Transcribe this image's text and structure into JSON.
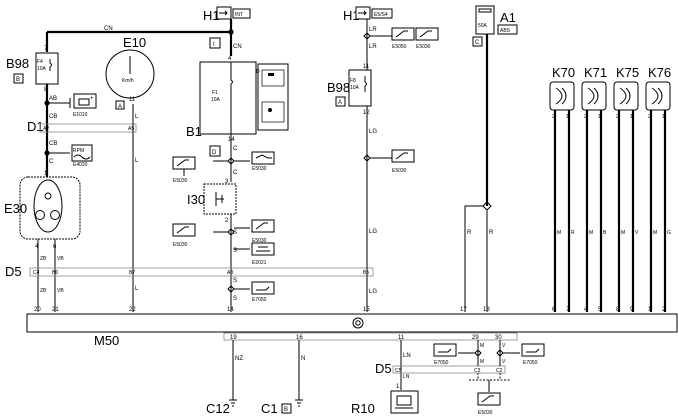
{
  "components": {
    "H1_top": "H1",
    "H1_top_tag": "INT",
    "H1_mid": "H1",
    "H1_mid_tag": "E5/S4",
    "A1": "A1",
    "A1_tag": "ABS",
    "A1_fuse": "50A",
    "A1_c": "C",
    "B98_left": "B98",
    "B98_left_sub": "B",
    "B98_left_fuse": "F4",
    "B98_left_amp": "10A",
    "B98_mid": "B98",
    "B98_mid_sub": "A",
    "B98_mid_fuse": "F8",
    "B98_mid_amp": "10A",
    "E10": "E10",
    "E10_unit": "Km/h",
    "E10_a": "A",
    "B1": "B1",
    "B1_fuse": "F1",
    "B1_amp": "10A",
    "B1_top": "I",
    "B1_bot": "D",
    "D1": "D1",
    "E30": "E30",
    "I30": "I30",
    "D5_left": "D5",
    "D5_bot": "D5",
    "M50": "M50",
    "R10": "R10",
    "C12": "C12",
    "C1": "C1",
    "C1_b": "B",
    "K70": "K70",
    "K71": "K71",
    "K75": "K75",
    "K76": "K76"
  },
  "wire_codes": {
    "cn_top": "CN",
    "cn_v": "CN",
    "lr1": "LR",
    "lr2": "LR",
    "cb1": "CB",
    "cb2": "CB",
    "c1": "C",
    "c2": "C",
    "c3": "C",
    "s1": "S",
    "s2": "S",
    "s3": "S",
    "s4": "S",
    "l1": "L",
    "l2": "L",
    "l3": "L",
    "lg1": "LG",
    "lg2": "LG",
    "lg3": "LG",
    "zb1": "ZB",
    "zb2": "ZB",
    "vb1": "VB",
    "vb2": "VB",
    "r1": "R",
    "r2": "R",
    "k70a": "M",
    "k70b": "R",
    "k71a": "M",
    "k71b": "B",
    "k75a": "M",
    "k75b": "V",
    "k76a": "M",
    "k76b": "G",
    "nz": "NZ",
    "n": "N",
    "ln1": "LN",
    "ln2": "LN",
    "m1": "M",
    "m2": "M",
    "v1": "V",
    "v2": "V"
  },
  "pins": {
    "b98l_7": "7",
    "b98l_8": "8",
    "h1t_4": "4",
    "b1_4": "4",
    "b1_14": "14",
    "e10_11": "11",
    "h1m_11": "11",
    "b98m_12": "12",
    "d1_a2": "A2",
    "d1_a5": "A5",
    "e30_1": "1",
    "e30_4": "4",
    "e30_6": "6",
    "i30_3": "3",
    "i30_2": "2",
    "d5_c4": "C4",
    "d5_b6": "B6",
    "d5_b7": "B7",
    "d5_a8": "A8",
    "d5_b5": "B5",
    "k70_2": "2",
    "k70_1": "1",
    "k71_2": "2",
    "k71_1": "1",
    "k75_2": "2",
    "k75_1": "1",
    "k76_2": "2",
    "k76_1": "1",
    "m_20": "20",
    "m_21": "21",
    "m_22": "22",
    "m_14": "14",
    "m_15": "15",
    "m_17": "17",
    "m_18": "18",
    "m_6": "6",
    "m_7": "7",
    "m_4": "4",
    "m_5": "5",
    "m_8": "8",
    "m_9": "9",
    "m_1": "1",
    "m_2": "2",
    "mb_19": "19",
    "mb_16": "16",
    "mb_11": "11",
    "mb_29": "29",
    "mb_30": "30",
    "d5b_c5": "C5",
    "d5b_c3": "C3",
    "d5b_c2": "C2",
    "r10_1": "1"
  },
  "refs": {
    "e1010": "E1010",
    "e4020": "E4020",
    "e5030_a": "E5030",
    "e5030_b": "E5030",
    "e5030_c": "E5030",
    "e5030_d": "E5030",
    "e5030_e": "E5030",
    "e5030_f": "E5030",
    "e5030_g": "E5030",
    "e5050": "E5050",
    "e2021": "E2021",
    "e7050_a": "E7050",
    "e7050_b": "E7050",
    "e7050_c": "E7050"
  }
}
